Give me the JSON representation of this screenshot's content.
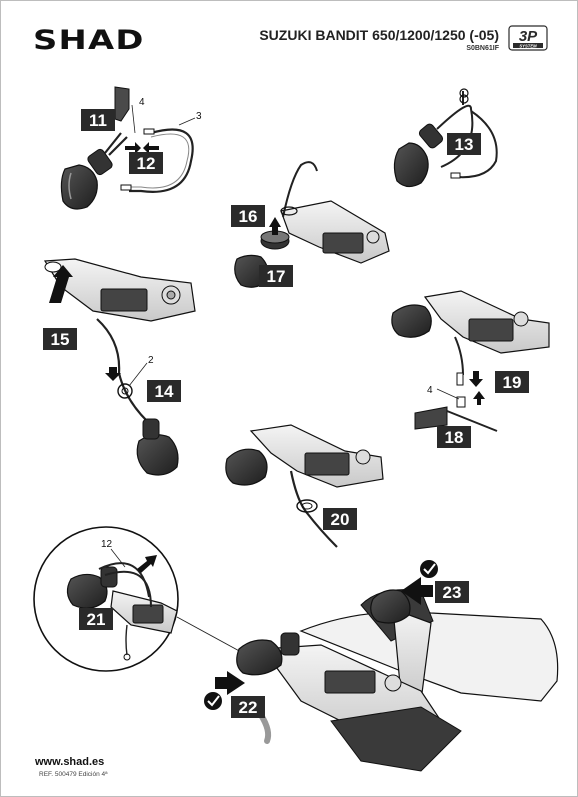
{
  "header": {
    "brand": "SHAD",
    "model": "SUZUKI BANDIT 650/1200/1250 (-05)",
    "ref_code": "S0BN61IF",
    "badge": {
      "main": "3P",
      "sub": "SYSTEM",
      "color": "#2b2b2b"
    }
  },
  "steps": [
    {
      "number": "11"
    },
    {
      "number": "12"
    },
    {
      "number": "13"
    },
    {
      "number": "14"
    },
    {
      "number": "15"
    },
    {
      "number": "16"
    },
    {
      "number": "17"
    },
    {
      "number": "18"
    },
    {
      "number": "19"
    },
    {
      "number": "20"
    },
    {
      "number": "21"
    },
    {
      "number": "22"
    },
    {
      "number": "23"
    }
  ],
  "callouts": {
    "c4a": "4",
    "c3": "3",
    "c2": "2",
    "c4b": "4",
    "c12": "12"
  },
  "footer": {
    "url": "www.shad.es",
    "ref": "REF. 500479 Edición 4ª"
  },
  "colors": {
    "step_box": "#2a2a2a",
    "arrow": "#1a1a1a",
    "part_dark": "#3c3c3c",
    "part_light": "#e9e9e9",
    "line": "#222222"
  }
}
